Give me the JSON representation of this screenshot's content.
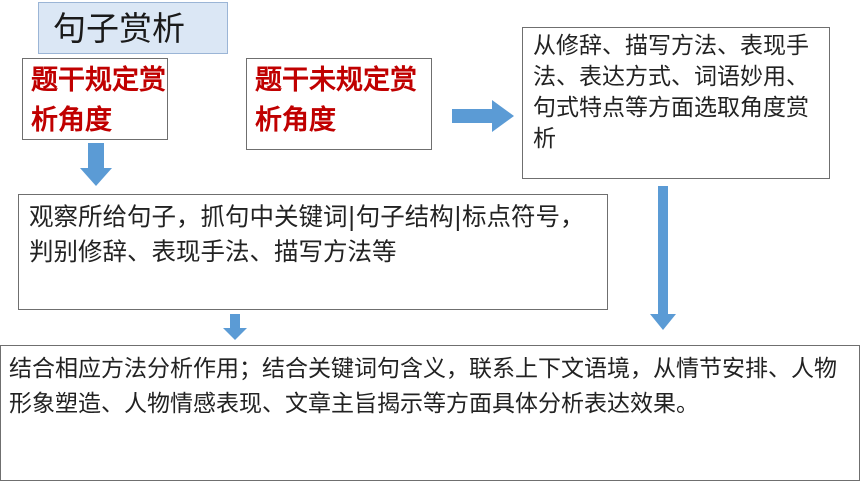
{
  "title": "句子赏析",
  "nodes": {
    "given_angle": "题干规定赏析角度",
    "not_given_angle": "题干未规定赏析角度",
    "select_angle": "从修辞、描写方法、表现手法、表达方式、词语妙用、句式特点等方面选取角度赏析",
    "observe": "观察所给句子，抓句中关键词|句子结构|标点符号，判别修辞、表现手法、描写方法等",
    "conclude": "结合相应方法分析作用；结合关键词句含义，联系上下文语境，从情节安排、人物形象塑造、人物情感表现、文章主旨揭示等方面具体分析表达效果。"
  },
  "colors": {
    "title_bg": "#dbe7f5",
    "highlight_text": "#c00000",
    "arrow": "#5b9bd5"
  }
}
